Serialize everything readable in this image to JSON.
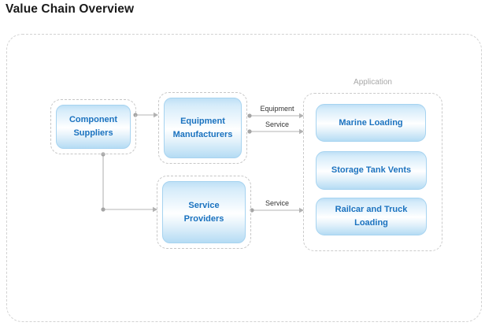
{
  "title": "Value Chain Overview",
  "nodes": {
    "component_suppliers": {
      "label": "Component Suppliers"
    },
    "equipment_manufacturers": {
      "label": "Equipment Manufacturers"
    },
    "service_providers": {
      "label": "Service Providers"
    },
    "application_group": {
      "label": "Application"
    },
    "marine_loading": {
      "label": "Marine Loading"
    },
    "storage_tank_vents": {
      "label": "Storage Tank Vents"
    },
    "railcar_truck_loading": {
      "label": "Railcar and Truck Loading"
    }
  },
  "connectors": {
    "suppliers_to_manufacturers": {
      "label": ""
    },
    "suppliers_to_service": {
      "label": ""
    },
    "em_to_app_equipment": {
      "label": "Equipment"
    },
    "em_to_app_service": {
      "label": "Service"
    },
    "sp_to_app_service": {
      "label": "Service"
    }
  },
  "colors": {
    "node_text": "#1a72bf",
    "node_fill_top": "#bfe0f6",
    "node_fill_bottom": "#b5dcf4",
    "node_border": "#a6d3f0",
    "dashed_border": "#c6c6c6",
    "group_label_text": "#a8a8a8",
    "connector_line": "#b5b5b5",
    "connector_label_text": "#333333",
    "title_text": "#1a1a1a"
  }
}
